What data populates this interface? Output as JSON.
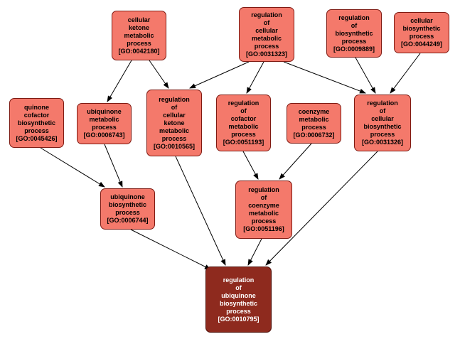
{
  "diagram": {
    "type": "gene-ontology-graph",
    "colors": {
      "background": "#FFFFFF",
      "node_fill": "#F4796B",
      "node_border": "#7E1A12",
      "highlight_fill": "#8E2A1E",
      "highlight_border": "#4F100A",
      "highlight_text": "#FFFFFF",
      "edge_color": "#000000"
    },
    "nodes": [
      {
        "go_id": "[GO:0042180]",
        "label": "cellular\nketone\nmetabolic\nprocess"
      },
      {
        "go_id": "[GO:0031323]",
        "label": "regulation\nof\ncellular\nmetabolic\nprocess"
      },
      {
        "go_id": "[GO:0009889]",
        "label": "regulation\nof\nbiosynthetic\nprocess"
      },
      {
        "go_id": "[GO:0044249]",
        "label": "cellular\nbiosynthetic\nprocess"
      },
      {
        "go_id": "[GO:0045426]",
        "label": "quinone\ncofactor\nbiosynthetic\nprocess"
      },
      {
        "go_id": "[GO:0006743]",
        "label": "ubiquinone\nmetabolic\nprocess"
      },
      {
        "go_id": "[GO:0010565]",
        "label": "regulation\nof\ncellular\nketone\nmetabolic\nprocess"
      },
      {
        "go_id": "[GO:0051193]",
        "label": "regulation\nof\ncofactor\nmetabolic\nprocess"
      },
      {
        "go_id": "[GO:0006732]",
        "label": "coenzyme\nmetabolic\nprocess"
      },
      {
        "go_id": "[GO:0031326]",
        "label": "regulation\nof\ncellular\nbiosynthetic\nprocess"
      },
      {
        "go_id": "[GO:0006744]",
        "label": "ubiquinone\nbiosynthetic\nprocess"
      },
      {
        "go_id": "[GO:0051196]",
        "label": "regulation\nof\ncoenzyme\nmetabolic\nprocess"
      },
      {
        "go_id": "[GO:0010795]",
        "label": "regulation\nof\nubiquinone\nbiosynthetic\nprocess",
        "highlight": true
      }
    ],
    "edges": [
      {
        "from": "GO:0042180",
        "to": "GO:0006743"
      },
      {
        "from": "GO:0042180",
        "to": "GO:0010565"
      },
      {
        "from": "GO:0031323",
        "to": "GO:0010565"
      },
      {
        "from": "GO:0031323",
        "to": "GO:0051193"
      },
      {
        "from": "GO:0031323",
        "to": "GO:0031326"
      },
      {
        "from": "GO:0009889",
        "to": "GO:0031326"
      },
      {
        "from": "GO:0044249",
        "to": "GO:0031326"
      },
      {
        "from": "GO:0045426",
        "to": "GO:0006744"
      },
      {
        "from": "GO:0006743",
        "to": "GO:0006744"
      },
      {
        "from": "GO:0051193",
        "to": "GO:0051196"
      },
      {
        "from": "GO:0006732",
        "to": "GO:0051196"
      },
      {
        "from": "GO:0010565",
        "to": "GO:0010795"
      },
      {
        "from": "GO:0006744",
        "to": "GO:0010795"
      },
      {
        "from": "GO:0051196",
        "to": "GO:0010795"
      },
      {
        "from": "GO:0031326",
        "to": "GO:0010795"
      }
    ]
  }
}
